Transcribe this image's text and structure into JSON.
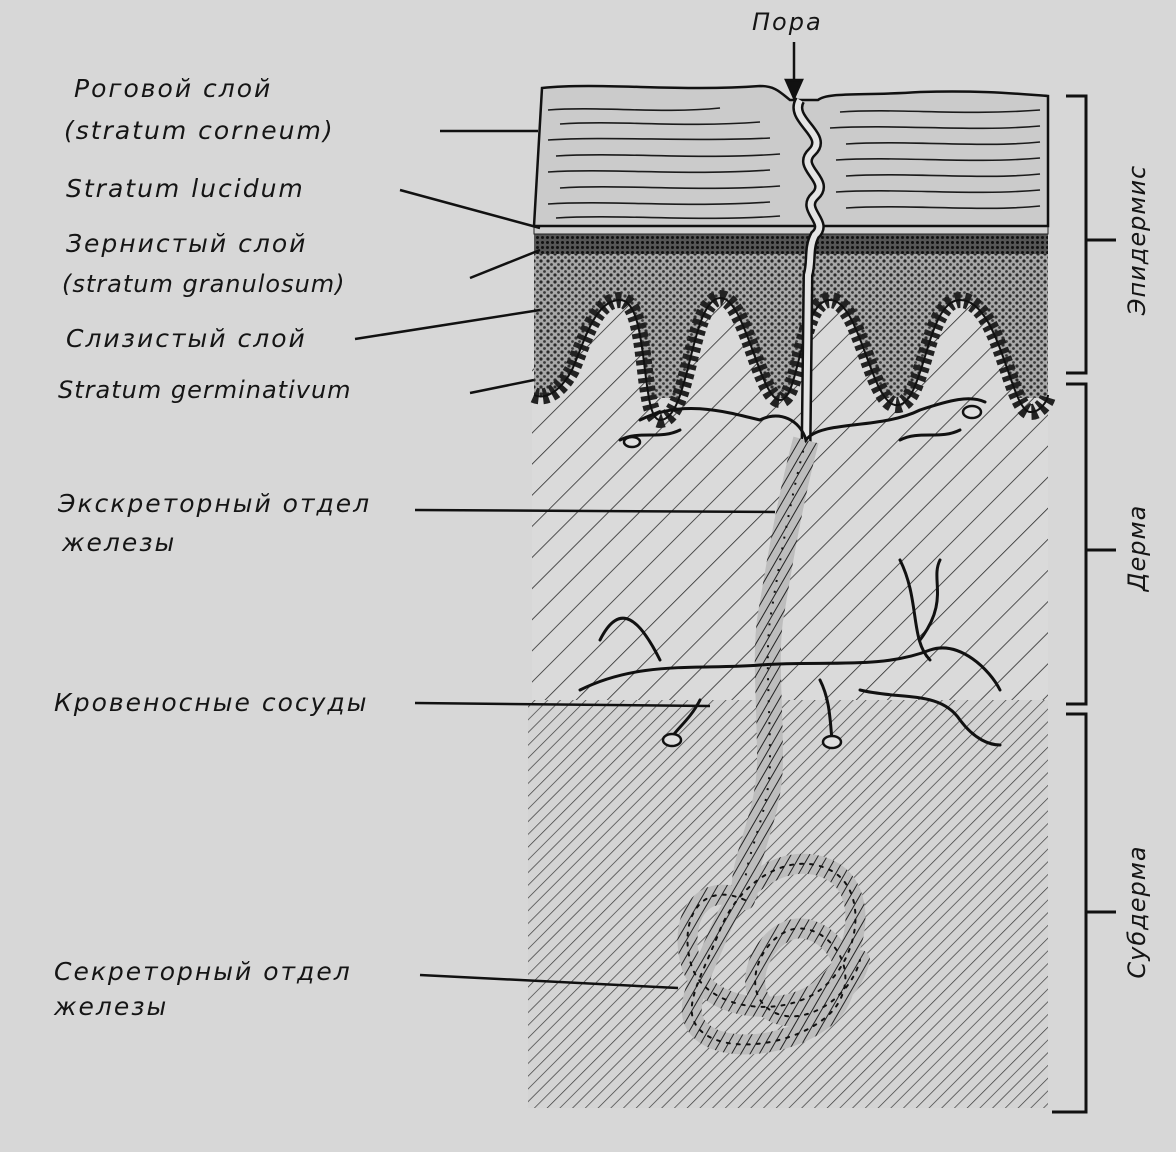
{
  "labels": {
    "pore": "Пора",
    "stratum_corneum_ru": "Роговой слой",
    "stratum_corneum_lat": "(stratum corneum)",
    "stratum_lucidum": "Stratum lucidum",
    "stratum_granulosum_ru": "Зернистый слой",
    "stratum_granulosum_lat": "(stratum granulosum)",
    "mucous_layer": "Слизистый слой",
    "stratum_germinativum": "Stratum germinativum",
    "excretory_line1": "Экскреторный отдел",
    "excretory_line2": "железы",
    "blood_vessels": "Кровеносные сосуды",
    "secretory_line1": "Секреторный отдел",
    "secretory_line2": "железы"
  },
  "regions": {
    "epidermis": "Эпидермис",
    "dermis": "Дерма",
    "subdermis": "Субдерма"
  }
}
